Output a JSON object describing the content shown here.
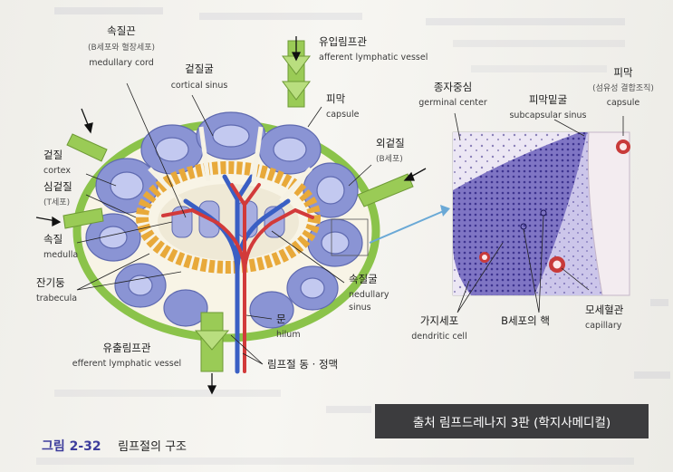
{
  "labels": {
    "medullary_cord_ko": "속질끈",
    "medullary_cord_sub": "(B세포와 혈장세포)",
    "medullary_cord_en": "medullary cord",
    "cortical_sinus_ko": "겉질굴",
    "cortical_sinus_en": "cortical sinus",
    "afferent_ko": "유입림프관",
    "afferent_en": "afferent lymphatic vessel",
    "capsule_ko": "피막",
    "capsule_en": "capsule",
    "outer_cortex_ko": "외겉질",
    "outer_cortex_sub": "(B세포)",
    "cortex_ko": "겉질",
    "cortex_en": "cortex",
    "paracortex_ko": "심겉질",
    "paracortex_sub": "(T세포)",
    "medulla_ko": "속질",
    "medulla_en": "medulla",
    "trabecula_ko": "잔기둥",
    "trabecula_en": "trabecula",
    "medullary_sinus_ko": "속질굴",
    "medullary_sinus_en1": "nedullary",
    "medullary_sinus_en2": "sinus",
    "hilum_ko": "문",
    "hilum_en": "hilum",
    "efferent_ko": "유출림프관",
    "efferent_en": "efferent lymphatic vessel",
    "artery_vein_ko": "림프절 동 · 정맥",
    "germinal_center_ko": "종자중심",
    "germinal_center_en": "germinal center",
    "subcapsular_ko": "피막밑굴",
    "subcapsular_en": "subcapsular sinus",
    "capsule2_ko": "피막",
    "capsule2_sub": "(섬유성 결합조직)",
    "capsule2_en": "capsule",
    "dendritic_ko": "가지세포",
    "dendritic_en": "dendritic cell",
    "bcell_nucleus_ko": "B세포의 핵",
    "capillary_ko": "모세혈관",
    "capillary_en": "capillary"
  },
  "source_banner": "출처 림프드레나지 3판 (학지사메디컬)",
  "caption": {
    "number": "그림 2-32",
    "title": "림프절의 구조"
  },
  "colors": {
    "capsule_green": "#8bc34a",
    "cortex_fill": "#f8f4e6",
    "follicle_blue": "#7a86c8",
    "follicle_light": "#b8c0ec",
    "paracortex_orange": "#e8a93a",
    "artery_red": "#d23a3a",
    "vein_blue": "#3a5fc4",
    "lymph_vessel_green": "#9acb56",
    "inset_purple": "#9a92d4",
    "banner_bg": "#3c3c3e"
  }
}
